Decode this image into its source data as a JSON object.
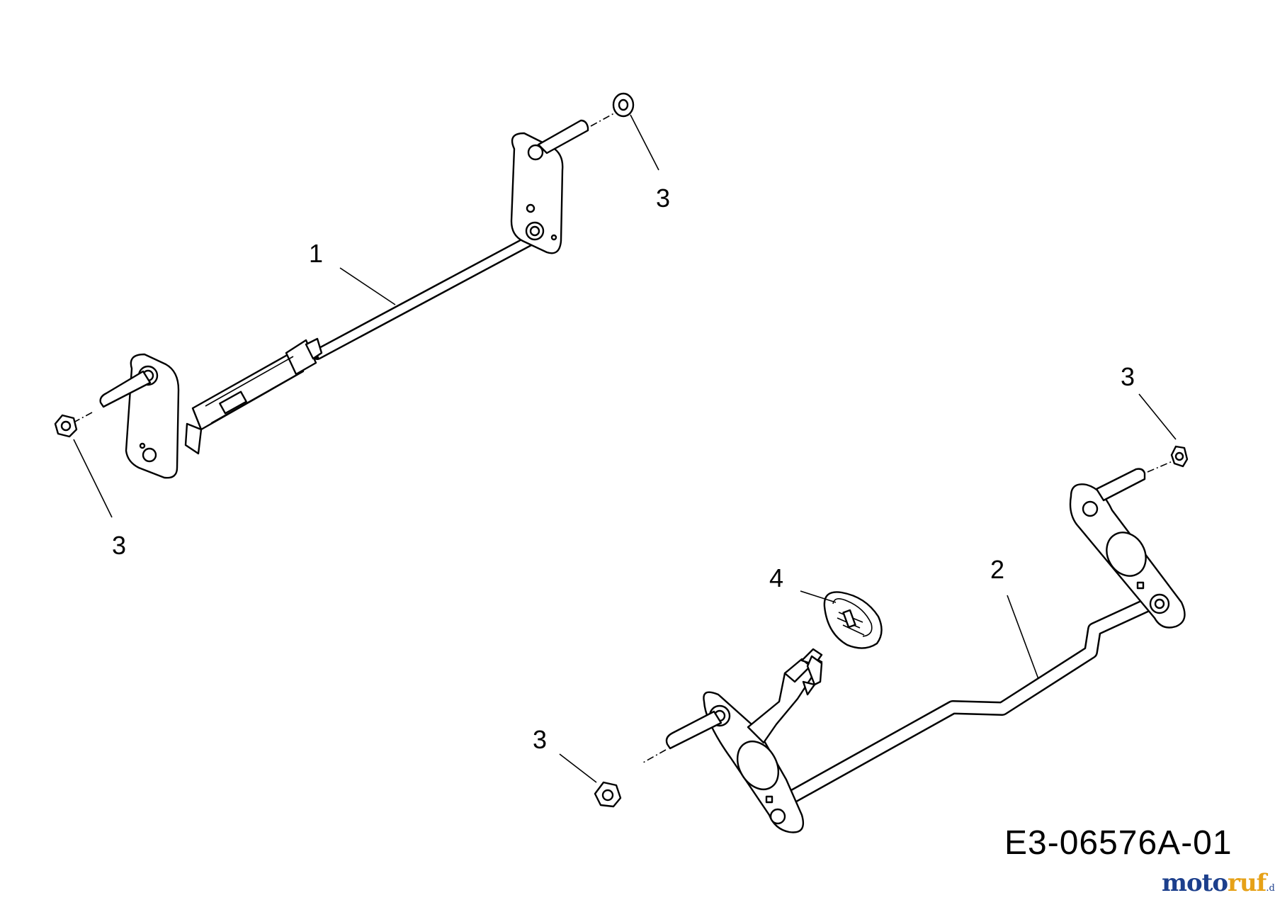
{
  "callouts": {
    "part1": "1",
    "part2": "2",
    "nut_top_right": "3",
    "nut_left": "3",
    "nut_right": "3",
    "nut_bottom": "3",
    "part4": "4"
  },
  "drawing_code": "E3-06576A-01",
  "watermark": {
    "part_a": "moto",
    "part_b": "ruf",
    "part_c": ".de"
  }
}
